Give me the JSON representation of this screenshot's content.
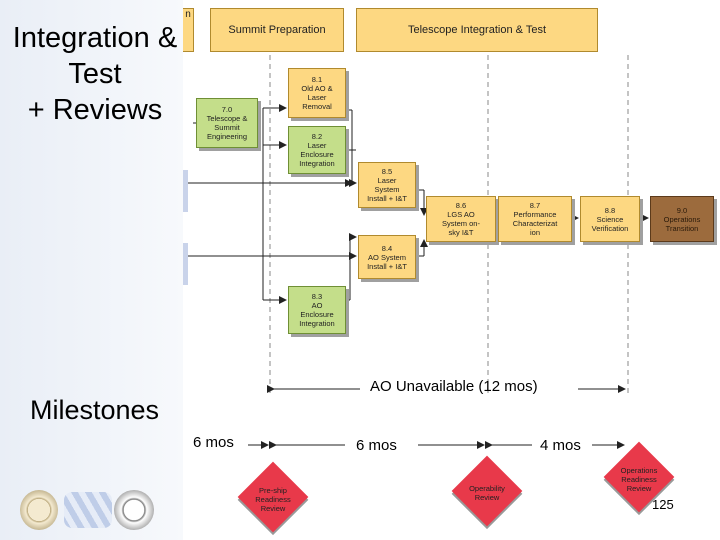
{
  "slide_title": "Integration &\nTest\n+ Reviews",
  "milestones_heading": "Milestones",
  "phases": {
    "partial_tab": "n",
    "summit_preparation": "Summit Preparation",
    "telescope_it": "Telescope Integration & Test"
  },
  "boxes": {
    "b81": "8.1\nOld AO &\nLaser\nRemoval",
    "b70": "7.0\nTelescope &\nSummit\nEngineering",
    "b82": "8.2\nLaser\nEnclosure\nIntegration",
    "b85": "8.5\nLaser\nSystem\nInstall + I&T",
    "b86": "8.6\nLGS AO\nSystem on-\nsky I&T",
    "b87": "8.7\nPerformance\nCharacterizat\nion",
    "b88": "8.8\nScience\nVerification",
    "b90": "9.0\nOperations\nTransition",
    "b84": "8.4\nAO System\nInstall + I&T",
    "b83": "8.3\nAO\nEnclosure\nIntegration"
  },
  "reviews": {
    "preship": "Pre-ship\nReadiness\nReview",
    "operability": "Operability\nReview",
    "operations": "Operations\nReadiness\nReview"
  },
  "durations": {
    "d1": "6 mos",
    "d2": "6 mos",
    "d3": "4 mos"
  },
  "ao_unavailable": "AO Unavailable (12 mos)",
  "page_number": "125",
  "colors": {
    "box_fill": "#fdd882",
    "box_green": "#c4de8a",
    "box_brown": "#9c6b3d",
    "review_red": "#e8394a"
  }
}
